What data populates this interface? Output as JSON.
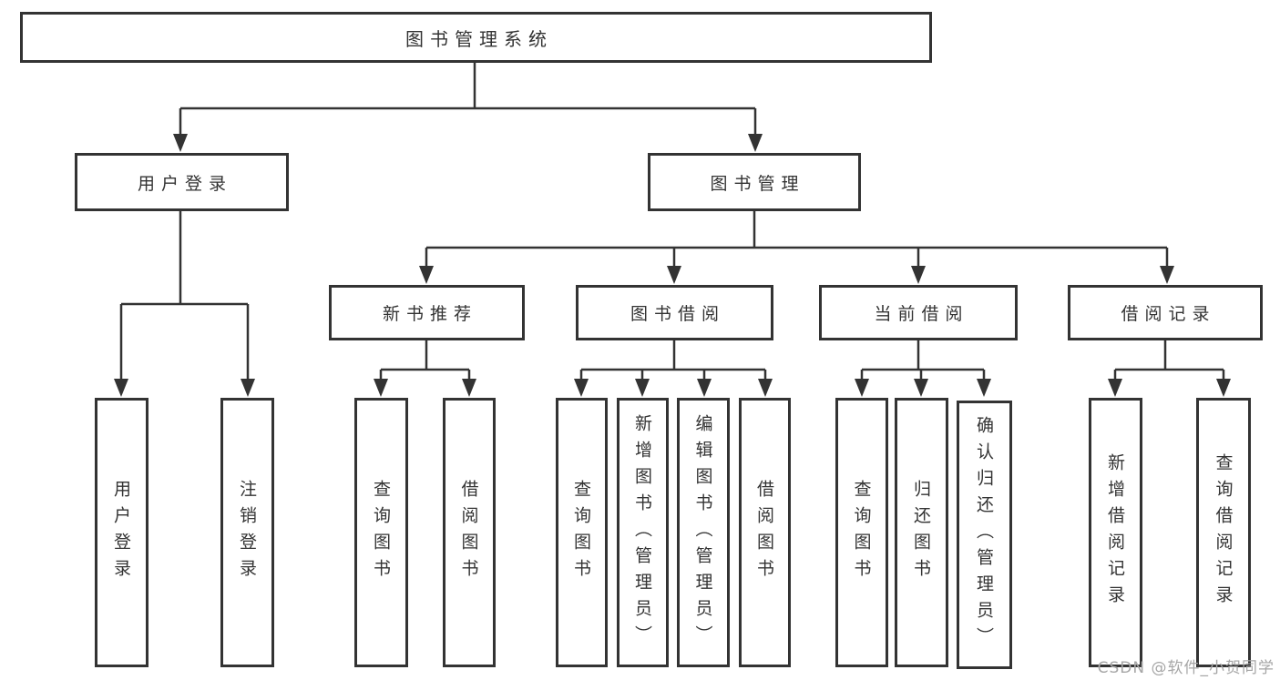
{
  "nodes": {
    "root": {
      "label": "图书管理系统"
    },
    "level2": [
      {
        "label": "用户登录"
      },
      {
        "label": "图书管理"
      }
    ],
    "level3": [
      {
        "label": "新书推荐"
      },
      {
        "label": "图书借阅"
      },
      {
        "label": "当前借阅"
      },
      {
        "label": "借阅记录"
      }
    ],
    "leaves_user": [
      {
        "label": "用户登录"
      },
      {
        "label": "注销登录"
      }
    ],
    "leaves_newbook": [
      {
        "label": "查询图书"
      },
      {
        "label": "借阅图书"
      }
    ],
    "leaves_borrow": [
      {
        "label": "查询图书"
      },
      {
        "label": "新增图书（管理员）"
      },
      {
        "label": "编辑图书（管理员）"
      },
      {
        "label": "借阅图书"
      }
    ],
    "leaves_current": [
      {
        "label": "查询图书"
      },
      {
        "label": "归还图书"
      },
      {
        "label": "确认归还（管理员）"
      }
    ],
    "leaves_records": [
      {
        "label": "新增借阅记录"
      },
      {
        "label": "查询借阅记录"
      }
    ]
  },
  "watermark": "CSDN @软件_小贺同学",
  "colors": {
    "line": "#333333",
    "text": "#333333",
    "background": "#ffffff",
    "watermark": "#a6a6a6"
  }
}
